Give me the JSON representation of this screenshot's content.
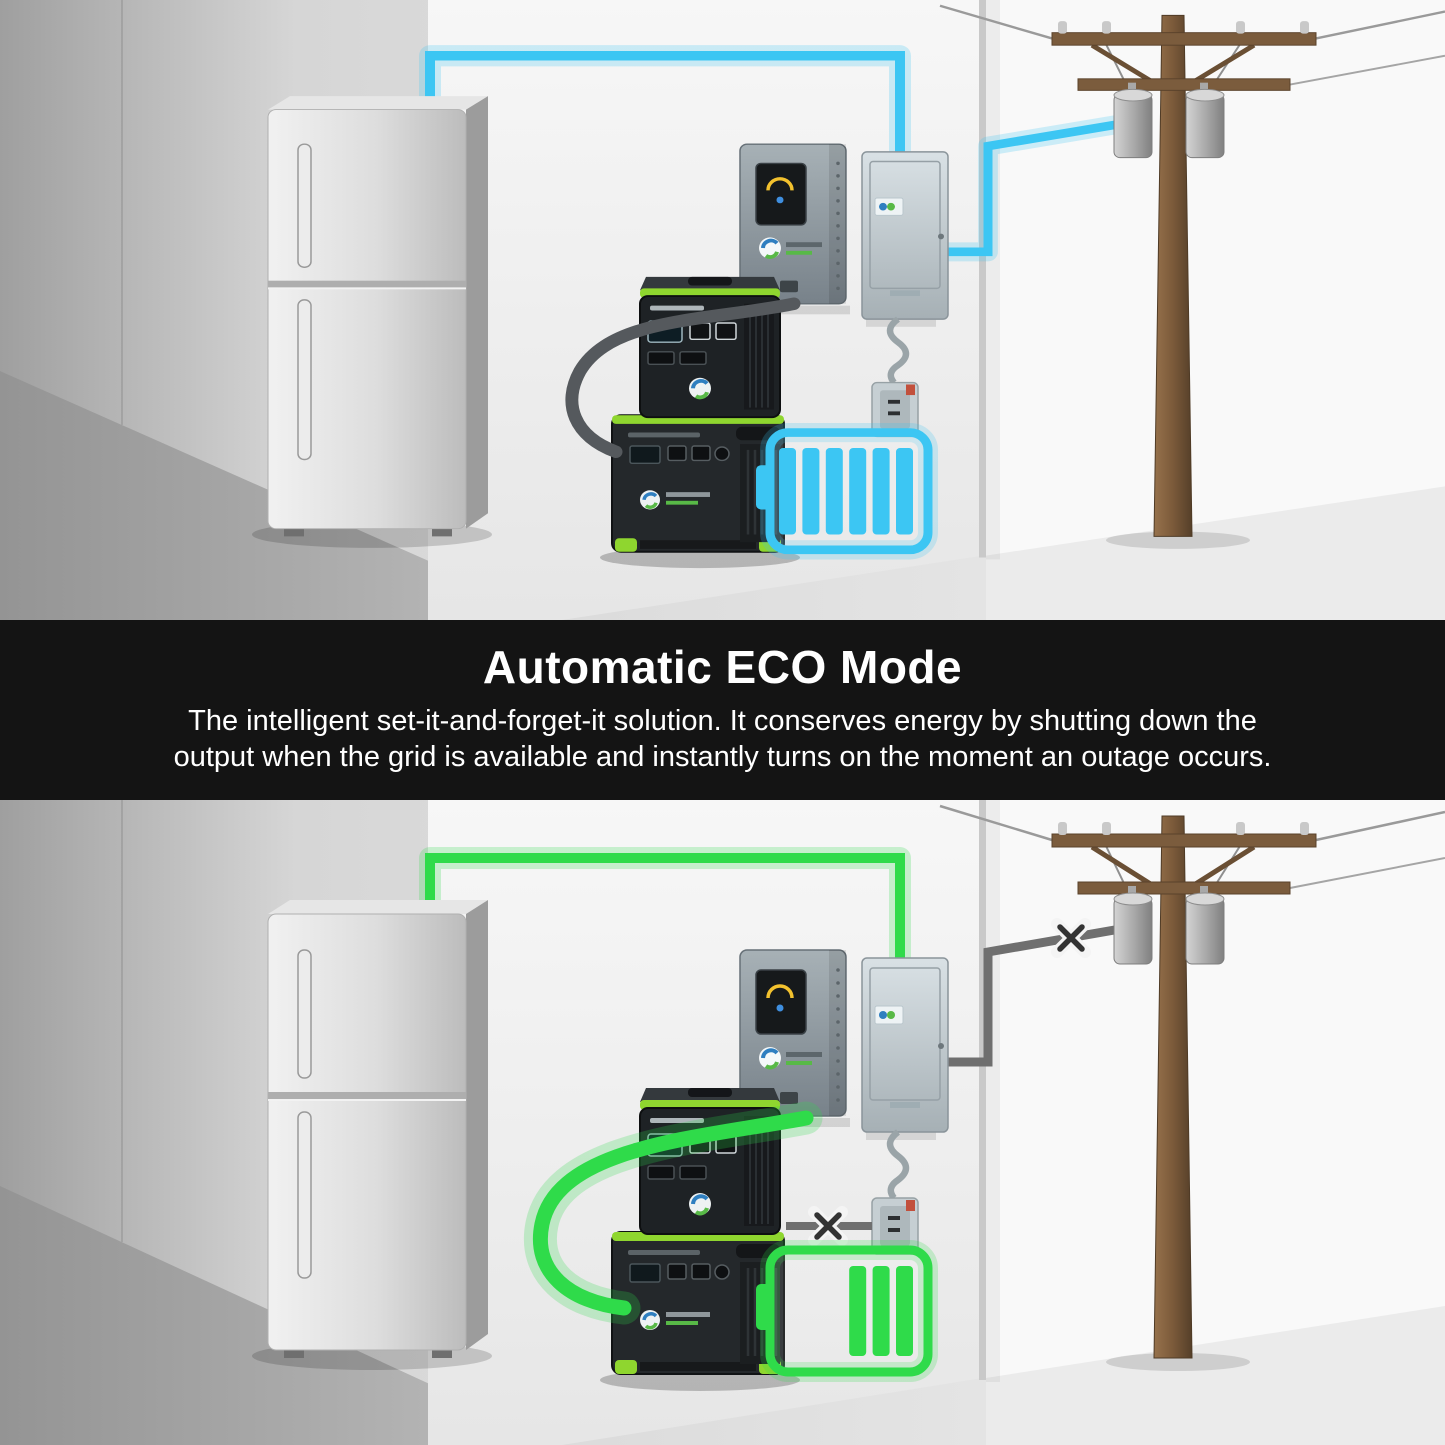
{
  "banner": {
    "title": "Automatic ECO Mode",
    "description_line1": "The intelligent set-it-and-forget-it solution. It conserves energy by shutting down the",
    "description_line2": "output when the grid is available and instantly turns on the moment an outage occurs."
  },
  "colors": {
    "grid_power": "#3cc6f3",
    "eco_power": "#2fdb4a",
    "cable_gray": "#55595d",
    "outage_gray": "#6f6f6f",
    "station_accent": "#8fd62f",
    "banner_background": "#141414",
    "banner_text": "#ffffff"
  },
  "scenes": [
    {
      "id": "grid-available",
      "wire_color_key": "grid_power",
      "grid_line_color_key": "grid_power",
      "grid_outage": false,
      "cable_color_key": "cable_gray",
      "cable_glow": false,
      "outlet_line": false,
      "battery": {
        "color_key": "grid_power",
        "bars_filled": 6,
        "bars_total": 6
      },
      "objects": [
        "refrigerator",
        "hybrid-inverter",
        "breaker-panel",
        "wall-outlet",
        "portable-power-station",
        "expansion-battery",
        "battery-level-icon",
        "utility-pole",
        "transformer-cans"
      ]
    },
    {
      "id": "grid-outage",
      "wire_color_key": "eco_power",
      "grid_line_color_key": "outage_gray",
      "grid_outage": true,
      "cable_color_key": "eco_power",
      "cable_glow": true,
      "outlet_line": true,
      "battery": {
        "color_key": "eco_power",
        "bars_filled": 3,
        "bars_total": 6
      },
      "objects": [
        "refrigerator",
        "hybrid-inverter",
        "breaker-panel",
        "wall-outlet",
        "portable-power-station",
        "expansion-battery",
        "battery-level-icon",
        "utility-pole",
        "transformer-cans",
        "outage-x-icon"
      ]
    }
  ]
}
